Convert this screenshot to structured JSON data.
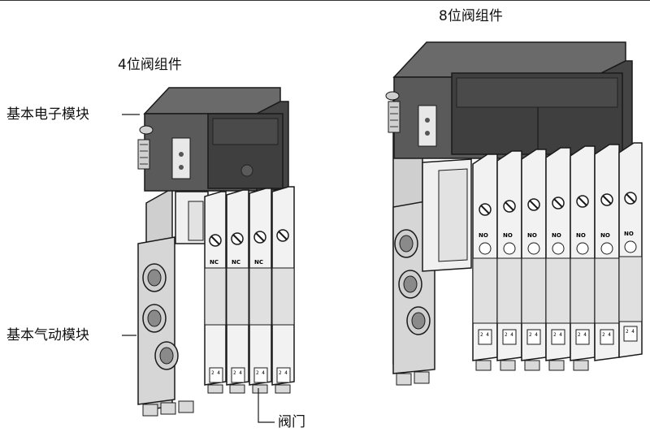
{
  "titles": {
    "four_position": "4位阀组件",
    "eight_position": "8位阀组件"
  },
  "labels": {
    "basic_electronic_module": "基本电子模块",
    "basic_pneumatic_module": "基本气动模块",
    "valve": "阀门"
  },
  "valve_marks": {
    "state_nc": "NC",
    "state_no": "NO",
    "port_pair": "2 4"
  },
  "colors": {
    "electronic_module": "#5a5a5a",
    "electronic_module_dark": "#3f3f3f",
    "pneumatic_body": "#d9d9d9",
    "valve_face": "#f2f2f2",
    "outline": "#1a1a1a"
  }
}
